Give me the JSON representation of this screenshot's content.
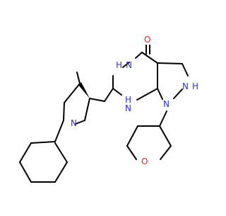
{
  "molecule": {
    "labels": {
      "carbonyl_o": "O",
      "ring_o": "O",
      "nh_amide": "N",
      "nh_amide_h": "H",
      "nh_bottom": "N",
      "nh_bottom_h": "H",
      "n_pyrazole_h_n": "N",
      "n_pyrazole_h_h": "H",
      "n_pyrazole_sub": "N",
      "n_pyrrolidine": "N"
    },
    "colors": {
      "bond": "#000000",
      "nitrogen": "#2d2dff",
      "oxygen": "#ff1f1f"
    }
  }
}
